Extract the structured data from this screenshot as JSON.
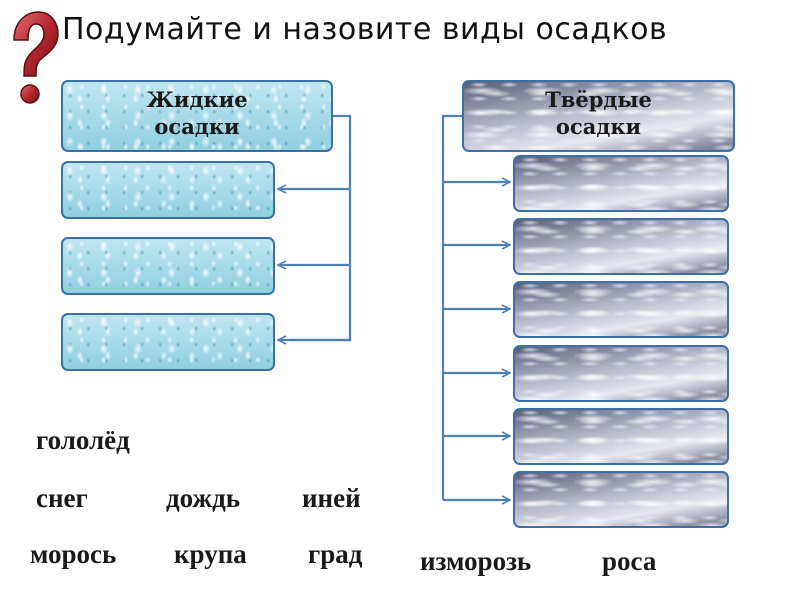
{
  "title": "Подумайте и назовите виды осадков",
  "liquid": {
    "header_line1": "Жидкие",
    "header_line2": "осадки"
  },
  "solid": {
    "header_line1": "Твёрдые",
    "header_line2": "осадки"
  },
  "words": {
    "w1": "гололёд",
    "w2": "снег",
    "w3": "дождь",
    "w4": "иней",
    "w5": "морось",
    "w6": "крупа",
    "w7": "град",
    "w8": "изморозь",
    "w9": "роса"
  },
  "colors": {
    "connector": "#4f7fb5",
    "box_border": "#3a6fa8",
    "question_mark": "#b5282e"
  },
  "icons": {
    "question": "question-mark-icon"
  }
}
